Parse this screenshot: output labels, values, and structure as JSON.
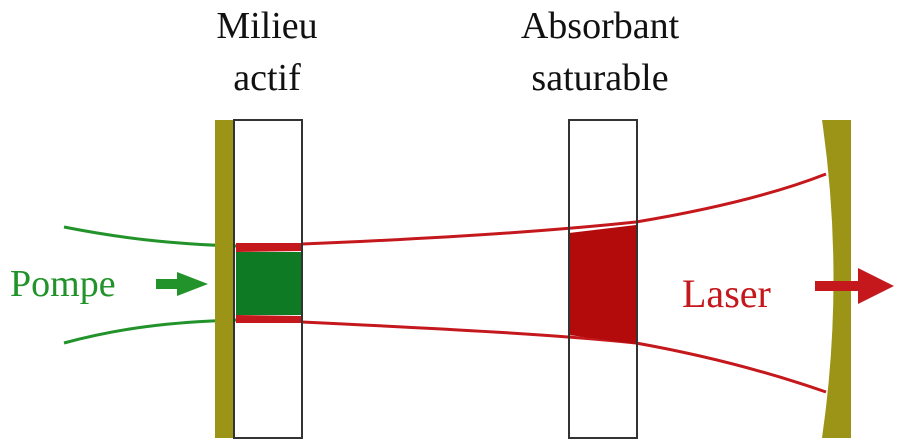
{
  "labels": {
    "active_medium_line1": "Milieu",
    "active_medium_line2": "actif",
    "absorber_line1": "Absorbant",
    "absorber_line2": "saturable",
    "pump": "Pompe",
    "laser": "Laser"
  },
  "colors": {
    "mirror": "#9c9417",
    "pump_green": "#22922a",
    "laser_red": "#c4181d",
    "gain_fill": "#0f7a24",
    "absorber_fill": "#b30b0b",
    "cell_outline": "#333333",
    "text": "#111111"
  }
}
